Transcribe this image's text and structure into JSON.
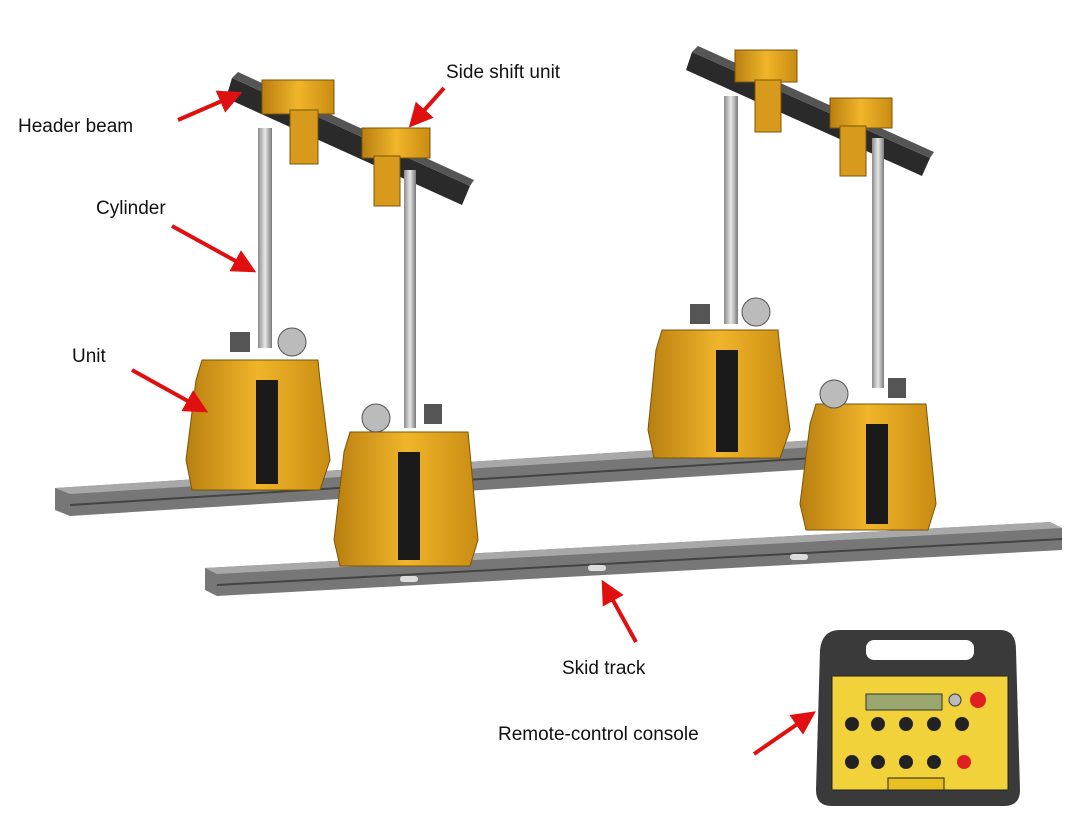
{
  "labels": {
    "header_beam": "Header beam",
    "side_shift_unit": "Side shift unit",
    "cylinder": "Cylinder",
    "unit": "Unit",
    "skid_track": "Skid track",
    "remote_console": "Remote-control console"
  },
  "colors": {
    "arrow": "#e01010",
    "unit_yellow": "#e3a21a",
    "beam": "#2a2a2a",
    "track": "#6e6e6e",
    "console_body": "#3a3a3a",
    "console_panel": "#f2d23a"
  }
}
